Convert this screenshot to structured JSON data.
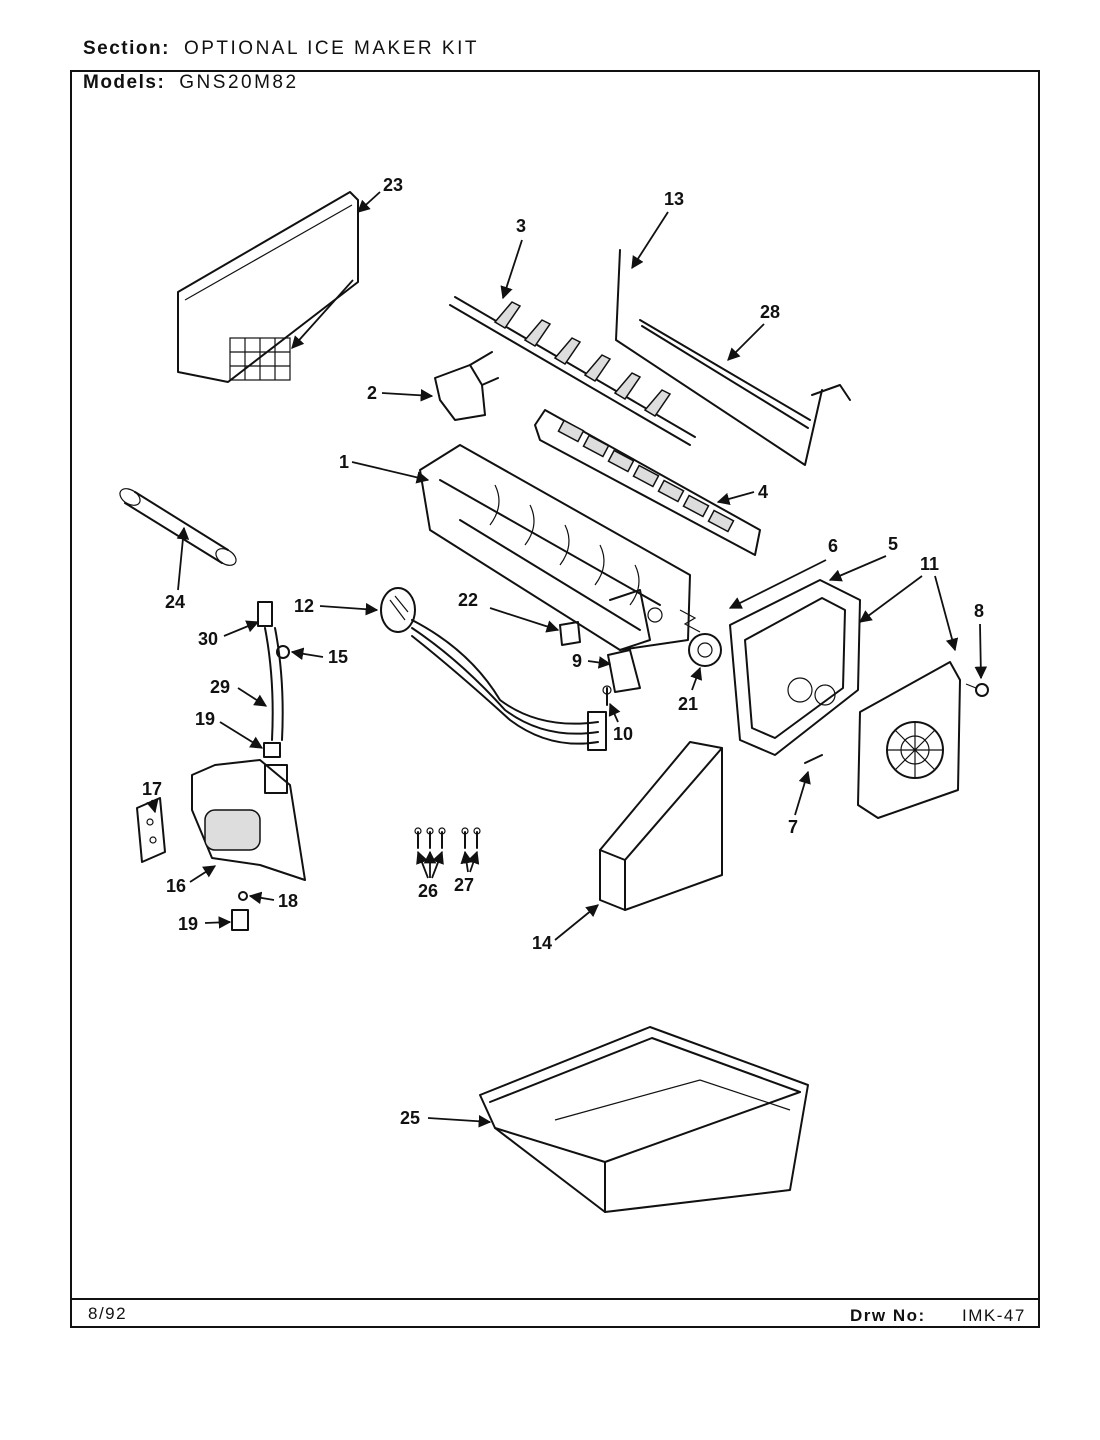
{
  "header": {
    "section_label": "Section:",
    "section_value": "OPTIONAL ICE MAKER KIT",
    "models_label": "Models:",
    "models_value": "GNS20M82"
  },
  "footer": {
    "date": "8/92",
    "drawing_label": "Drw No:",
    "drawing_number": "IMK-47"
  },
  "callouts": [
    "1",
    "2",
    "3",
    "4",
    "5",
    "6",
    "7",
    "8",
    "9",
    "10",
    "11",
    "12",
    "13",
    "14",
    "15",
    "16",
    "17",
    "18",
    "19",
    "19",
    "21",
    "22",
    "23",
    "24",
    "25",
    "26",
    "27",
    "28",
    "29",
    "30"
  ]
}
